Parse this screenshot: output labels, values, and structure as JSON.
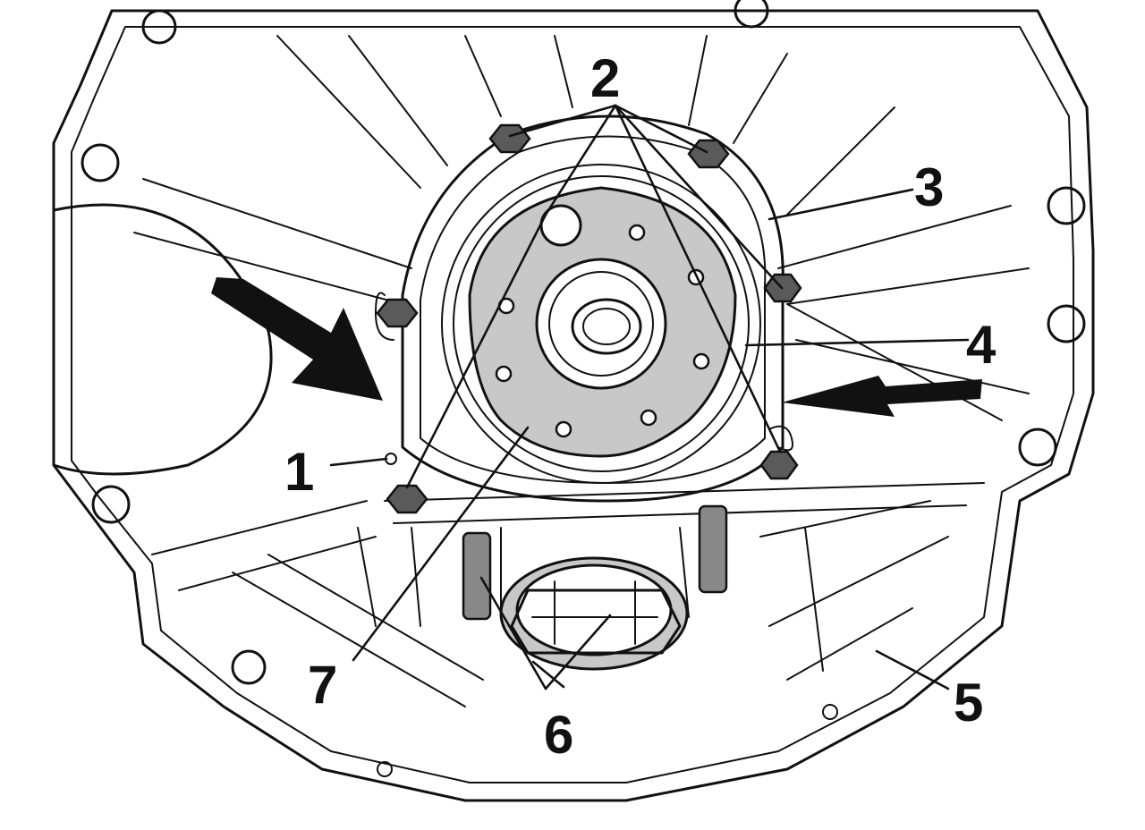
{
  "diagram": {
    "callouts": [
      {
        "id": "1",
        "label": "1"
      },
      {
        "id": "2",
        "label": "2"
      },
      {
        "id": "3",
        "label": "3"
      },
      {
        "id": "4",
        "label": "4"
      },
      {
        "id": "5",
        "label": "5"
      },
      {
        "id": "6",
        "label": "6"
      },
      {
        "id": "7",
        "label": "7"
      }
    ],
    "colors": {
      "line": "#111111",
      "seal_fill": "#c8c8c8",
      "bolt_fill": "#5a5a5a",
      "background": "#ffffff"
    }
  }
}
